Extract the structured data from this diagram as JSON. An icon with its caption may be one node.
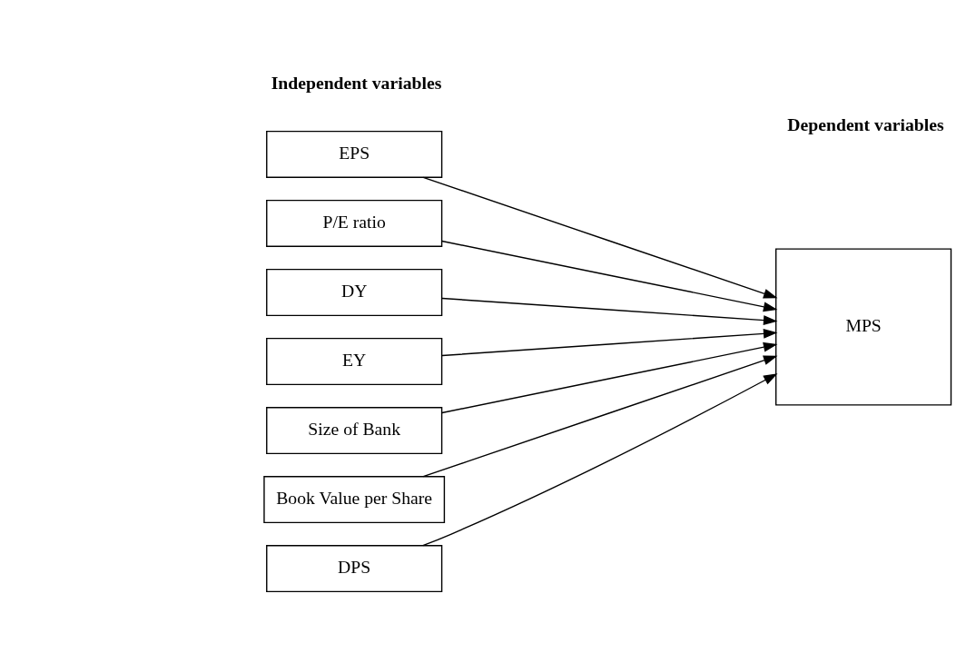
{
  "diagram": {
    "nodes": [
      {
        "text": [
          "DPS"
        ]
      },
      {
        "text": [
          "EPS"
        ]
      },
      {
        "text": [
          "P/E ratio"
        ]
      },
      {
        "text": [
          "DY"
        ]
      },
      {
        "text": [
          "EY"
        ]
      },
      {
        "text": [
          "Size of Bank"
        ]
      },
      {
        "text": [
          "Book Value per Share"
        ]
      },
      {
        "text": [
          "MPS"
        ]
      }
    ],
    "edges": [
      {
        "from": 0,
        "to": 7,
        "arrow": "to"
      },
      {
        "from": 1,
        "to": 7,
        "arrow": "to"
      },
      {
        "from": 2,
        "to": 7,
        "arrow": "to"
      },
      {
        "from": 3,
        "to": 7,
        "arrow": "to"
      },
      {
        "from": 4,
        "to": 7,
        "arrow": "to"
      },
      {
        "from": 5,
        "to": 7,
        "arrow": "to"
      },
      {
        "from": 6,
        "to": 7,
        "arrow": "to"
      }
    ],
    "labels": [
      "Independent variables",
      "Dependent variables"
    ]
  }
}
